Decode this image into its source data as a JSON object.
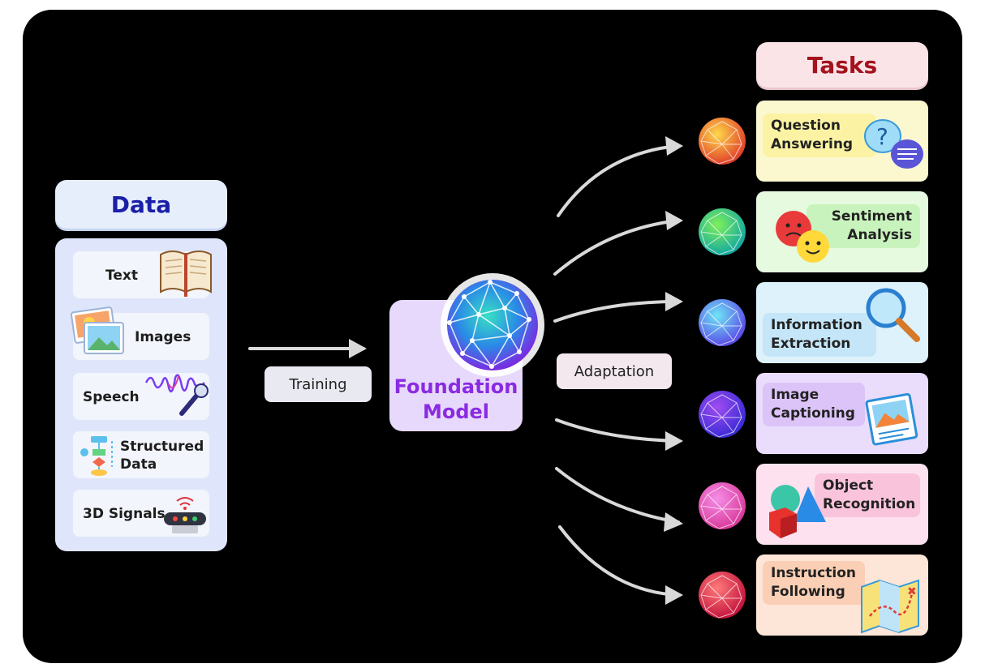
{
  "data_title": "Data",
  "data_items": [
    "Text",
    "Images",
    "Speech",
    "Structured Data",
    "3D Signals"
  ],
  "training_label": "Training",
  "model_label": "Foundation Model",
  "adaptation_label": "Adaptation",
  "tasks_title": "Tasks",
  "tasks": [
    {
      "label": "Question Answering",
      "bg": "#fbf8cf",
      "label_bg": "#fbf3a3",
      "icon": "speech-bubbles-icon"
    },
    {
      "label": "Sentiment Analysis",
      "bg": "#e6fae0",
      "label_bg": "#c9f3bd",
      "icon": "emoji-faces-icon"
    },
    {
      "label": "Information Extraction",
      "bg": "#def2fc",
      "label_bg": "#c4e6f8",
      "icon": "magnifier-icon"
    },
    {
      "label": "Image Captioning",
      "bg": "#eadcfb",
      "label_bg": "#dcc3f8",
      "icon": "picture-icon"
    },
    {
      "label": "Object Recognition",
      "bg": "#fde1ee",
      "label_bg": "#fac3dc",
      "icon": "shapes-icon"
    },
    {
      "label": "Instruction Following",
      "bg": "#fde6d8",
      "label_bg": "#fbcfb5",
      "icon": "map-icon"
    }
  ],
  "colors": {
    "background": "#000000",
    "data_title": "#1a1fa8",
    "model_title": "#8a2be2",
    "tasks_title": "#a3121d",
    "arrows": "#d9d9d9"
  }
}
